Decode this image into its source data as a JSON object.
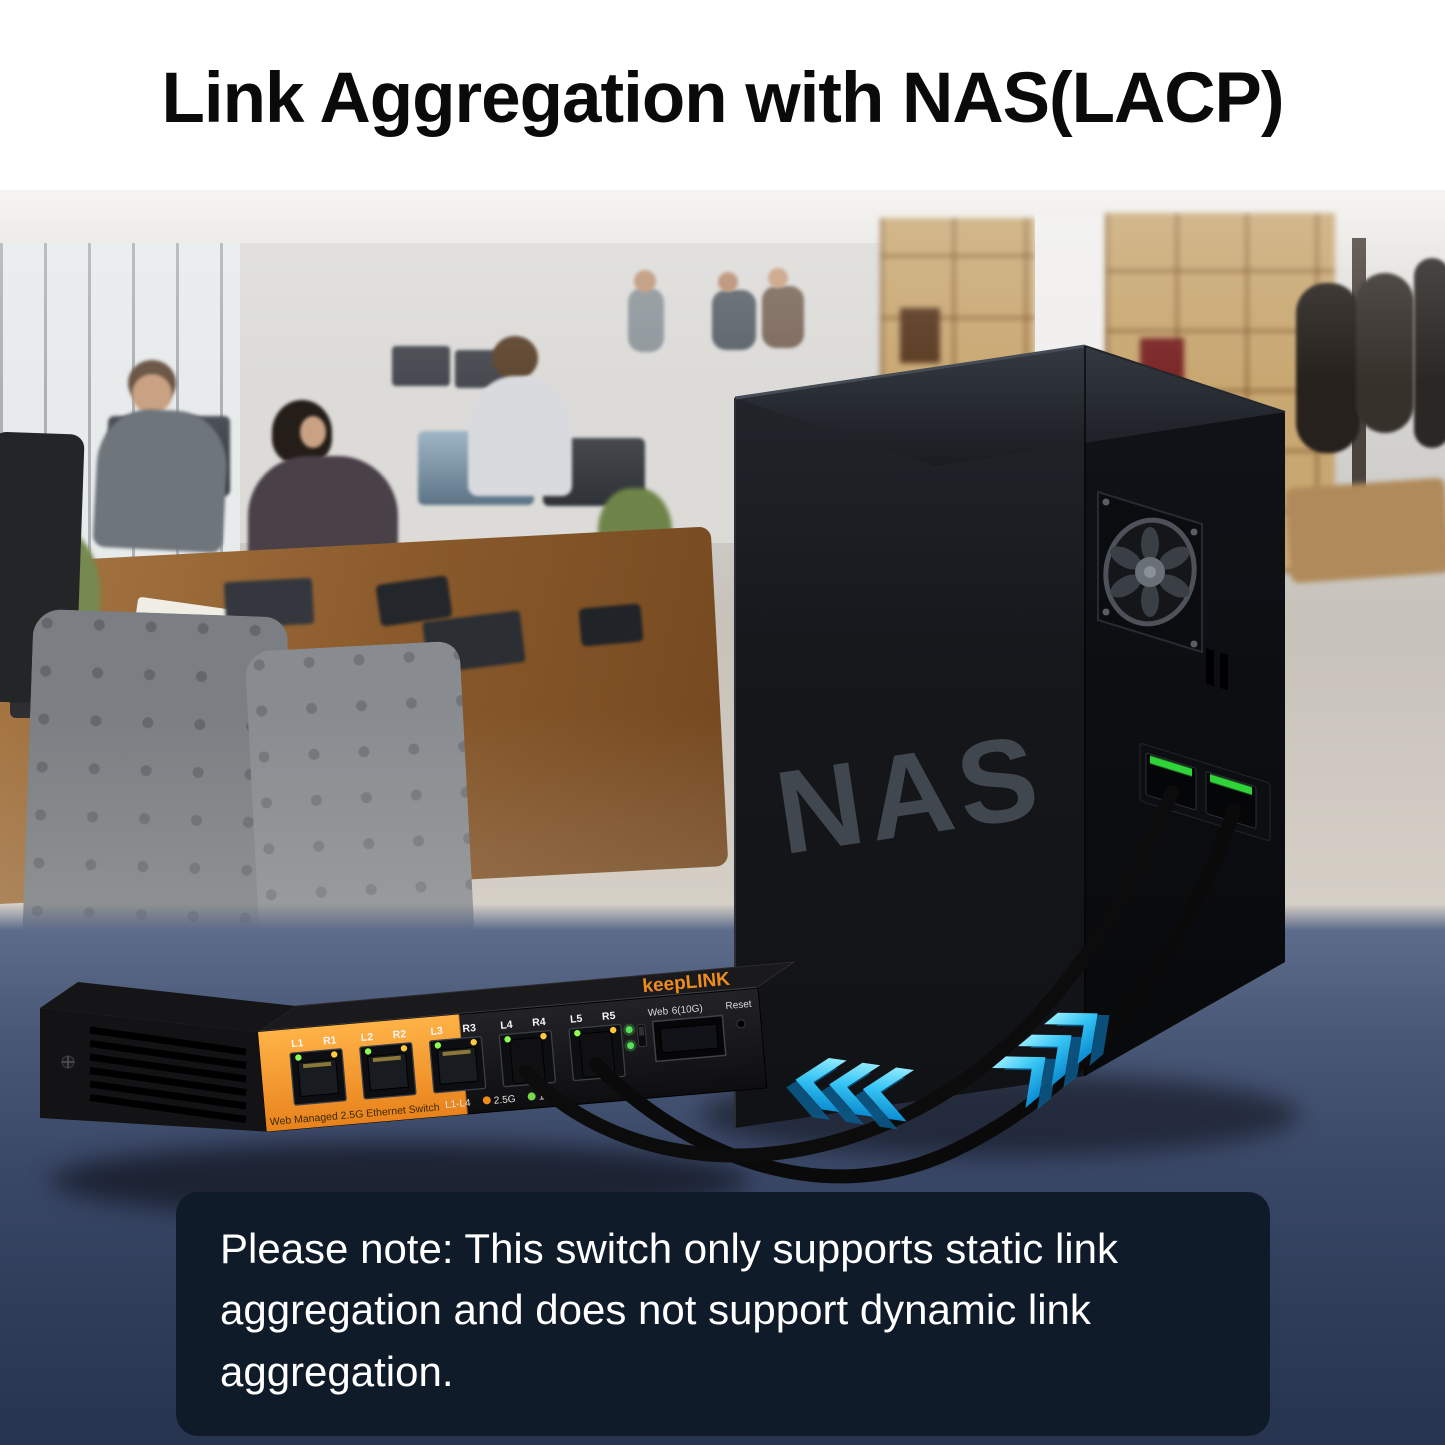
{
  "title": "Link Aggregation with NAS(LACP)",
  "nas": {
    "label": "NAS"
  },
  "switch": {
    "brand": "keepLINK",
    "subtitle": "Web Managed 2.5G Ethernet Switch",
    "ports": [
      {
        "l": "L1",
        "r": "R1"
      },
      {
        "l": "L2",
        "r": "R2"
      },
      {
        "l": "L3",
        "r": "R3"
      },
      {
        "l": "L4",
        "r": "R4"
      },
      {
        "l": "L5",
        "r": "R5"
      }
    ],
    "legend": {
      "range": "L1-L4",
      "speed_fast": "2.5G",
      "speed_slow": "1G"
    },
    "web_label": "Web",
    "sfp_label": "6(10G)",
    "reset_label": "Reset"
  },
  "note": "Please note: This switch only supports static link aggregation and does not support dynamic link aggregation.",
  "colors": {
    "accent_orange": "#f08c1e",
    "arrow_cyan": "#29bdf2",
    "note_bg": "#101b2a",
    "surface_top": "#5d6c8a",
    "surface_bottom": "#273450"
  }
}
